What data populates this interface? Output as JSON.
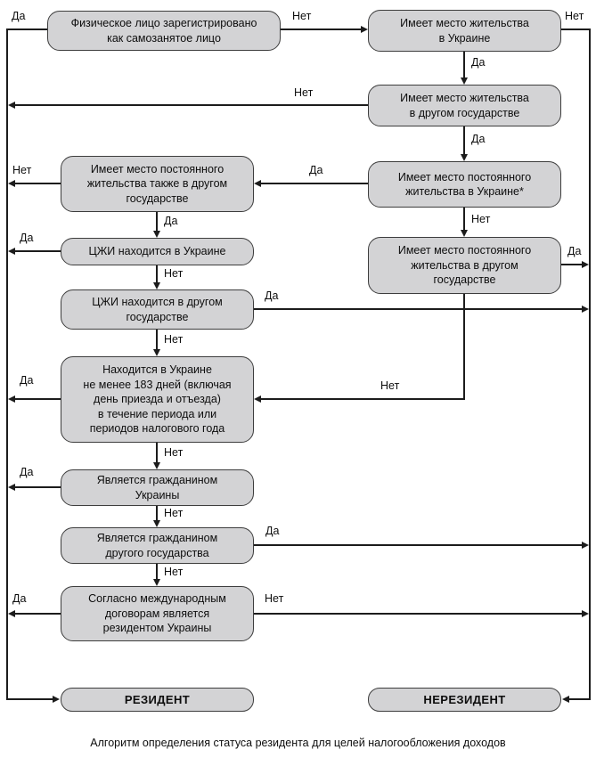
{
  "diagram": {
    "caption": "Алгоритм определения статуса резидента для целей налогообложения доходов",
    "labels": {
      "yes": "Да",
      "no": "Нет"
    },
    "colors": {
      "node_fill": "#d3d3d5",
      "node_border": "#3d3d3d",
      "line": "#1c1c1c",
      "background": "#ffffff"
    },
    "nodes": {
      "b1": {
        "text": "Физическое лицо зарегистрировано\nкак самозанятое лицо"
      },
      "b2": {
        "text": "Имеет место жительства\nв Украине"
      },
      "b3": {
        "text": "Имеет место жительства\nв другом государстве"
      },
      "b4": {
        "text": "Имеет место постоянного\nжительства также в другом\nгосударстве"
      },
      "b5": {
        "text": "Имеет место постоянного\nжительства в Украине*"
      },
      "b6": {
        "text": "ЦЖИ находится в Украине"
      },
      "b7": {
        "text": "Имеет место постоянного\nжительства в другом\nгосударстве"
      },
      "b8": {
        "text": "ЦЖИ находится в другом\nгосударстве"
      },
      "b9": {
        "text": "Находится в Украине\nне менее 183 дней (включая\nдень приезда и отъезда)\nв течение периода или\nпериодов налогового года"
      },
      "b10": {
        "text": "Является гражданином\nУкраины"
      },
      "b11": {
        "text": "Является гражданином\nдругого государства"
      },
      "b12": {
        "text": "Согласно международным\nдоговорам является\nрезидентом Украины"
      },
      "resident": {
        "text": "РЕЗИДЕНТ"
      },
      "nonresident": {
        "text": "НЕРЕЗИДЕНТ"
      }
    },
    "edges": [
      {
        "from": "b1",
        "to": "resident",
        "label": "Да"
      },
      {
        "from": "b1",
        "to": "b2",
        "label": "Нет"
      },
      {
        "from": "b2",
        "to": "b3",
        "label": "Да"
      },
      {
        "from": "b2",
        "to": "nonresident",
        "label": "Нет"
      },
      {
        "from": "b3",
        "to": "b5",
        "label": "Да"
      },
      {
        "from": "b3",
        "to": "resident",
        "label": "Нет"
      },
      {
        "from": "b5",
        "to": "b4",
        "label": "Да"
      },
      {
        "from": "b5",
        "to": "b7",
        "label": "Нет"
      },
      {
        "from": "b4",
        "to": "b6",
        "label": "Да"
      },
      {
        "from": "b4",
        "to": "resident",
        "label": "Нет"
      },
      {
        "from": "b6",
        "to": "resident",
        "label": "Да"
      },
      {
        "from": "b6",
        "to": "b8",
        "label": "Нет"
      },
      {
        "from": "b8",
        "to": "nonresident",
        "label": "Да"
      },
      {
        "from": "b8",
        "to": "b9",
        "label": "Нет"
      },
      {
        "from": "b7",
        "to": "nonresident",
        "label": "Да"
      },
      {
        "from": "b7",
        "to": "b9",
        "label": "Нет"
      },
      {
        "from": "b9",
        "to": "resident",
        "label": "Да"
      },
      {
        "from": "b9",
        "to": "b10",
        "label": "Нет"
      },
      {
        "from": "b10",
        "to": "resident",
        "label": "Да"
      },
      {
        "from": "b10",
        "to": "b11",
        "label": "Нет"
      },
      {
        "from": "b11",
        "to": "nonresident",
        "label": "Да"
      },
      {
        "from": "b11",
        "to": "b12",
        "label": "Нет"
      },
      {
        "from": "b12",
        "to": "resident",
        "label": "Да"
      },
      {
        "from": "b12",
        "to": "nonresident",
        "label": "Нет"
      }
    ]
  }
}
